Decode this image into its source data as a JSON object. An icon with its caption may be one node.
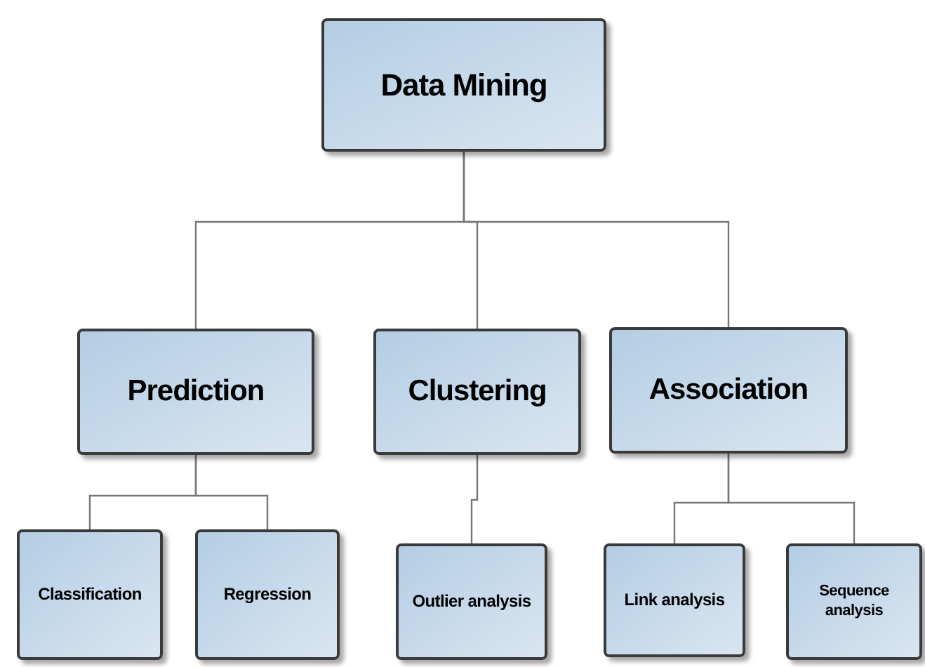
{
  "diagram": {
    "nodes": [
      {
        "text": [
          "Data Mining"
        ]
      },
      {
        "text": [
          "Prediction"
        ]
      },
      {
        "text": [
          "Clustering"
        ]
      },
      {
        "text": [
          "Association"
        ]
      },
      {
        "text": [
          "Classification"
        ]
      },
      {
        "text": [
          "Regression"
        ]
      },
      {
        "text": [
          "Outlier analysis"
        ]
      },
      {
        "text": [
          "Link analysis"
        ]
      },
      {
        "text": [
          "Sequence analysis"
        ]
      }
    ],
    "edges": [
      {
        "from": 0,
        "to": 1,
        "arrow": "none"
      },
      {
        "from": 0,
        "to": 2,
        "arrow": "none"
      },
      {
        "from": 0,
        "to": 3,
        "arrow": "none"
      },
      {
        "from": 1,
        "to": 4,
        "arrow": "none"
      },
      {
        "from": 1,
        "to": 5,
        "arrow": "none"
      },
      {
        "from": 2,
        "to": 6,
        "arrow": "none"
      },
      {
        "from": 3,
        "to": 7,
        "arrow": "none"
      },
      {
        "from": 3,
        "to": 8,
        "arrow": "none"
      }
    ]
  }
}
